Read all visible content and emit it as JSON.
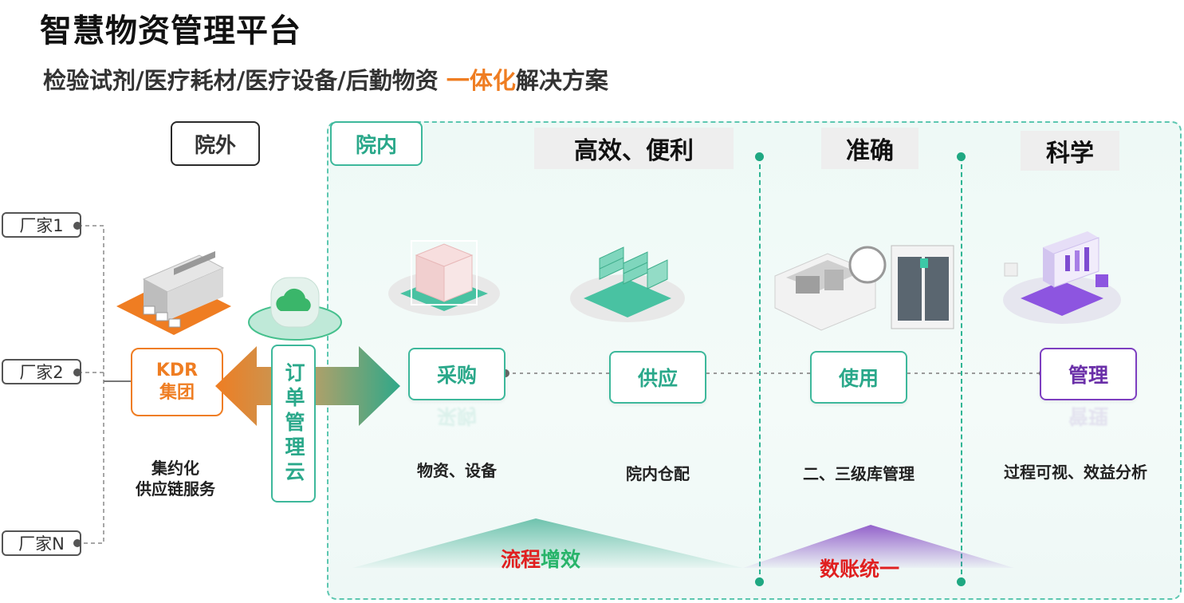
{
  "header": {
    "title": "智慧物资管理平台",
    "subtitle_prefix": "检验试剂/医疗耗材/医疗设备/后勤物资 ",
    "subtitle_highlight": "一体化",
    "subtitle_suffix": "解决方案"
  },
  "zones": {
    "outside": "院外",
    "inside": "院内"
  },
  "headers": {
    "efficient": "高效、便利",
    "accurate": "准确",
    "scientific": "科学"
  },
  "factories": [
    "厂家1",
    "厂家2",
    "厂家N"
  ],
  "kdr": {
    "line1": "KDR",
    "line2": "集团",
    "desc_line1": "集约化",
    "desc_line2": "供应链服务"
  },
  "cloud": {
    "label": "订单管理云"
  },
  "stages": [
    {
      "label": "采购",
      "desc": "物资、设备"
    },
    {
      "label": "供应",
      "desc": "院内仓配"
    },
    {
      "label": "使用",
      "desc": "二、三级库管理"
    },
    {
      "label": "管理",
      "desc": "过程可视、效益分析"
    }
  ],
  "bottom": {
    "flow_part1": "流程",
    "flow_part2": "增效",
    "unify": "数账统一"
  },
  "colors": {
    "accent_green": "#3db89b",
    "accent_orange": "#ef7d22",
    "accent_purple": "#7d3ec0",
    "highlight_red": "#e02020"
  }
}
